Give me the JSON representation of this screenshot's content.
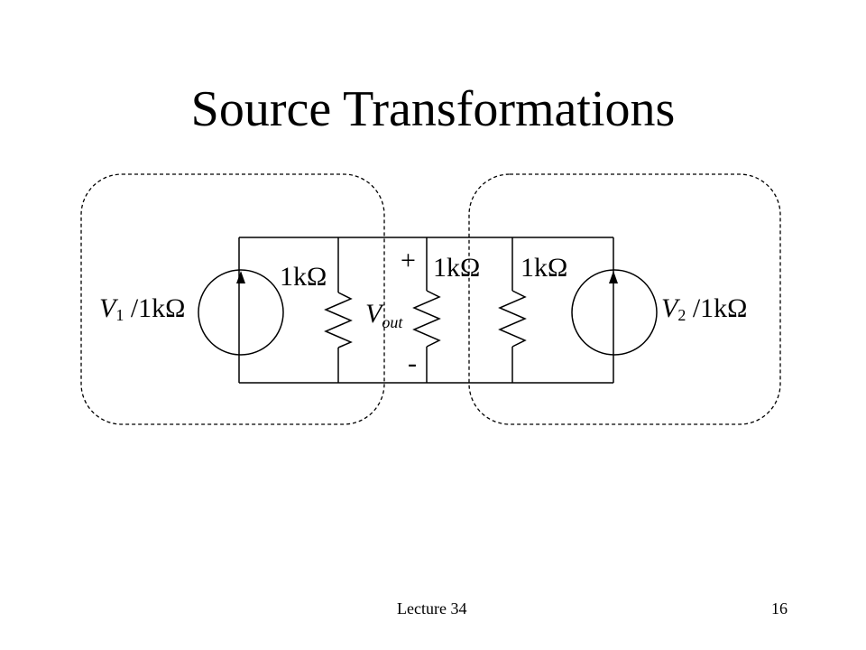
{
  "slide": {
    "title": "Source Transformations",
    "footer_left": "Lecture 34",
    "page_number": "16"
  },
  "circuit": {
    "source_left": {
      "var": "V",
      "sub": "1",
      "rest": " /1kΩ"
    },
    "source_right": {
      "var": "V",
      "sub": "2",
      "rest": " /1kΩ"
    },
    "resistor_left_label": "1kΩ",
    "resistor_middle_label": "1kΩ",
    "resistor_right_label": "1kΩ",
    "vout": {
      "var": "V",
      "sub": "out"
    },
    "plus_sign": "+",
    "minus_sign": "-"
  }
}
